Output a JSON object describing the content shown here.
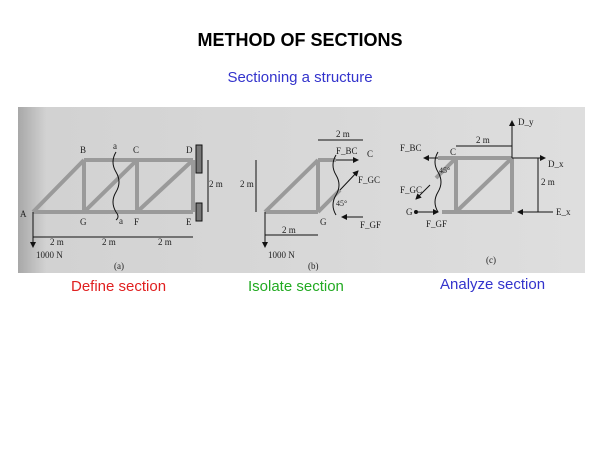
{
  "title": "METHOD OF SECTIONS",
  "subtitle": "Sectioning a structure",
  "captions": [
    "Define section",
    "Isolate section",
    "Analyze section"
  ],
  "colors": {
    "define": "#e02020",
    "isolate": "#22aa22",
    "analyze": "#3333cc",
    "subtitle": "#3333cc"
  },
  "figure_labels": {
    "a": {
      "A": "A",
      "B": "B",
      "C": "C",
      "D": "D",
      "E": "E",
      "F": "F",
      "G": "G",
      "a_top": "a",
      "a_bot": "a",
      "h": "2 m",
      "d1": "2 m",
      "d2": "2 m",
      "d3": "2 m",
      "load": "1000 N",
      "panel": "(a)"
    },
    "b": {
      "C": "C",
      "G": "G",
      "w": "2 m",
      "h": "2 m",
      "d": "2 m",
      "FBC": "F_BC",
      "FGC": "F_GC",
      "FGF": "F_GF",
      "ang": "45°",
      "load": "1000 N",
      "panel": "(b)"
    },
    "c": {
      "C": "C",
      "G": "G",
      "Dy": "D_y",
      "Dx": "D_x",
      "Ex": "E_x",
      "w": "2 m",
      "h": "2 m",
      "FBC": "F_BC",
      "FGC": "F_GC",
      "FGF": "F_GF",
      "ang": "45°",
      "panel": "(c)"
    }
  }
}
